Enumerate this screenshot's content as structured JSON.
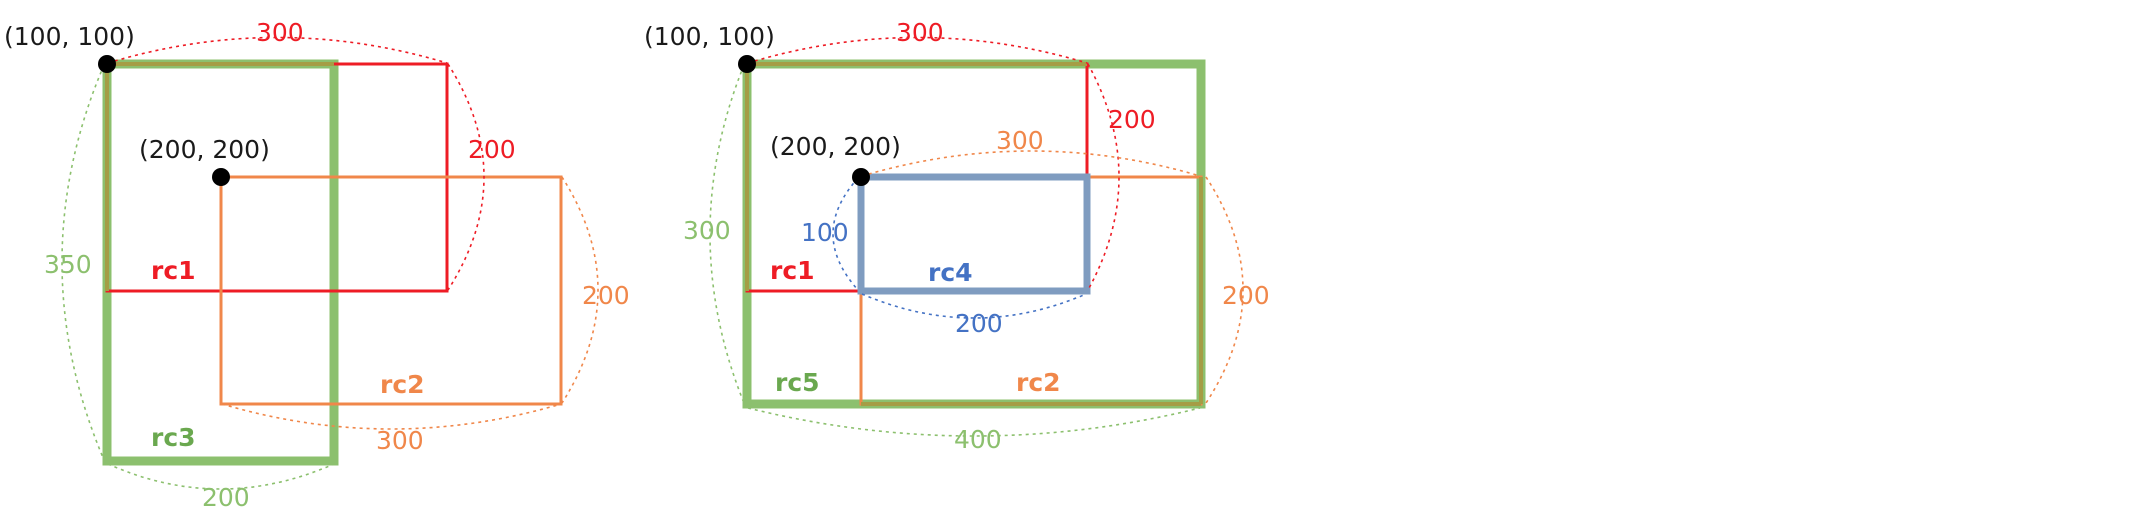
{
  "colors": {
    "red": "#ee1c25",
    "orange": "#f0874a",
    "green": "#8cc06e",
    "green_text": "#6aa84f",
    "blue_fill": "#7f9cc0",
    "blue_text": "#4472c4",
    "olive": "#a59d45",
    "point": "#000000",
    "text": "#1a1a1a"
  },
  "left_diagram": {
    "point_a": "(100, 100)",
    "point_b": "(200, 200)",
    "rc1": {
      "label": "rc1",
      "width_label": "300",
      "height_label": "200"
    },
    "rc2": {
      "label": "rc2",
      "width_label": "300",
      "height_label": "200"
    },
    "rc3": {
      "label": "rc3",
      "width_label": "200",
      "height_label": "350"
    }
  },
  "right_diagram": {
    "point_a": "(100, 100)",
    "point_b": "(200, 200)",
    "rc1": {
      "label": "rc1",
      "width_label": "300",
      "height_label": "200"
    },
    "rc2": {
      "label": "rc2",
      "width_label": "300",
      "height_label": "200"
    },
    "rc4": {
      "label": "rc4",
      "width_label": "200",
      "height_label": "100"
    },
    "rc5": {
      "label": "rc5",
      "width_label": "400",
      "height_label": "300"
    }
  }
}
